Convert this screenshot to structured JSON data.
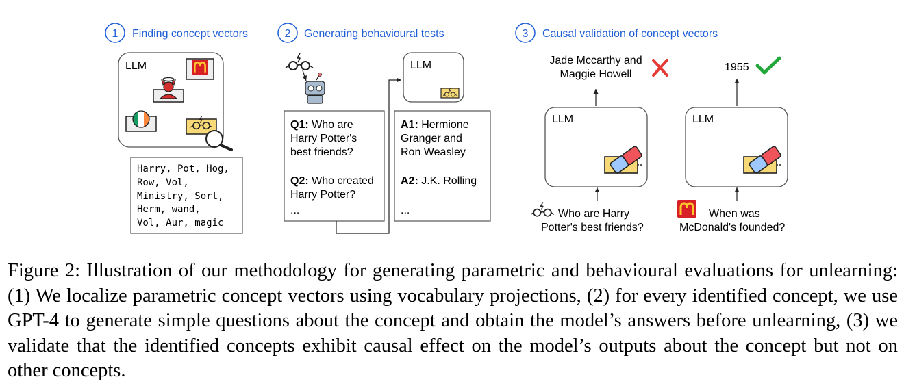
{
  "steps": [
    {
      "number": "1",
      "title": "Finding concept vectors"
    },
    {
      "number": "2",
      "title": "Generating behavioural tests"
    },
    {
      "number": "3",
      "title": "Causal validation of concept vectors"
    }
  ],
  "panel1": {
    "llm_label": "LLM",
    "vocab_lines": [
      "Harry, Pot, Hog,",
      "Row, Vol,",
      "Ministry, Sort,",
      "Herm, wand,",
      "Vol, Aur, magic"
    ]
  },
  "panel2": {
    "llm_label": "LLM",
    "q1_label": "Q1:",
    "q1_lines": [
      " Who are",
      "Harry Potter's",
      "best friends?"
    ],
    "q2_label": "Q2:",
    "q2_lines": [
      " Who created",
      "Harry Potter?"
    ],
    "q_ellipsis": "...",
    "a1_label": "A1:",
    "a1_lines": [
      " Hermione",
      "Granger and",
      "Ron Weasley"
    ],
    "a2_label": "A2:",
    "a2_text": " J.K. Rolling",
    "a_ellipsis": "..."
  },
  "panel3": {
    "left": {
      "llm_label": "LLM",
      "output_lines": [
        "Jade Mccarthy and",
        "Maggie Howell"
      ],
      "input_lines": [
        "Who are Harry",
        "Potter's best friends?"
      ],
      "mark": "cross"
    },
    "right": {
      "llm_label": "LLM",
      "output": "1955",
      "input_lines": [
        "When was",
        "McDonald's founded?"
      ],
      "mark": "check"
    }
  },
  "colors": {
    "step_blue": "#1f5fd6",
    "cross_red": "#e53935",
    "check_green": "#22a83a",
    "mcd_red": "#d81f26",
    "mcd_yellow": "#ffc72c",
    "easel_yellow": "#f8d978"
  },
  "caption": "Figure 2: Illustration of our methodology for generating parametric and behavioural evaluations for unlearning: (1) We localize parametric concept vectors using vocabulary projections, (2) for every identified concept, we use GPT-4 to generate simple questions about the concept and obtain the model’s answers before unlearning, (3) we validate that the identified concepts exhibit causal effect on the model’s outputs about the concept but not on other concepts."
}
